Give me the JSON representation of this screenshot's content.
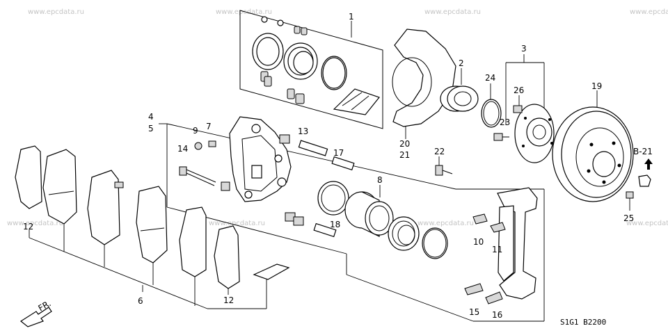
{
  "watermark": "www.epcdata.ru",
  "labels": {
    "p1": "1",
    "p2": "2",
    "p3": "3",
    "p4": "4",
    "p5": "5",
    "p6": "6",
    "p7": "7",
    "p8": "8",
    "p9": "9",
    "p10": "10",
    "p11": "11",
    "p12a": "12",
    "p12b": "12",
    "p13": "13",
    "p14": "14",
    "p15": "15",
    "p16": "16",
    "p17": "17",
    "p18": "18",
    "p19": "19",
    "p20": "20",
    "p21": "21",
    "p22": "22",
    "p23": "23",
    "p24": "24",
    "p25": "25",
    "p26": "26"
  },
  "ref": "B-21",
  "front": "FR.",
  "code": "S1G1  B2200",
  "colors": {
    "line": "#000000",
    "watermark": "#c4c4c4",
    "background": "#ffffff"
  }
}
